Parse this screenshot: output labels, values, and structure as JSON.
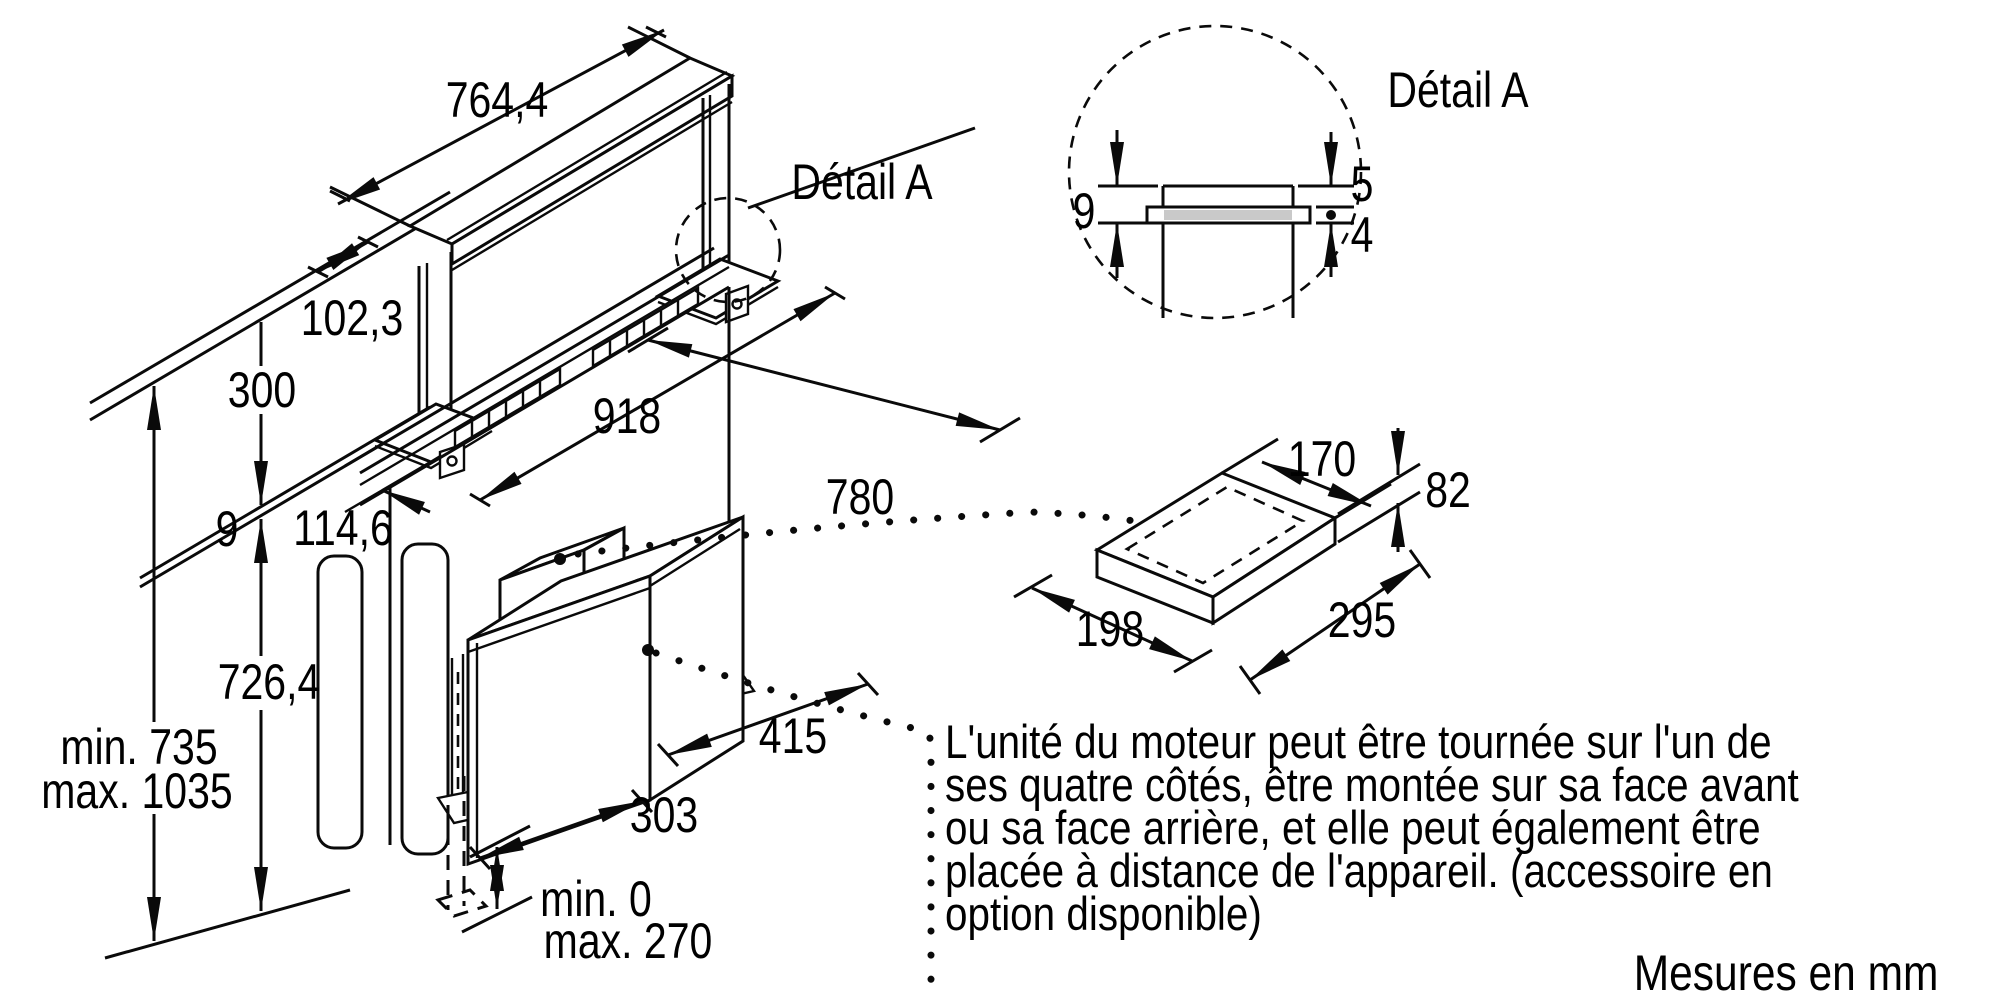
{
  "drawing": {
    "units_note": "Mesures en mm",
    "main_view": {
      "detail_marker_label": "Détail A",
      "dims": {
        "panel_width": "764,4",
        "panel_offset": "102,3",
        "height_300": "300",
        "cutout_width": "918",
        "worktop_depth": "780",
        "gap_9": "9",
        "front_offset": "114,6",
        "body_height": "726,4",
        "height_min": "min. 735",
        "height_max": "max. 1035",
        "duct_offset_415": "415",
        "duct_offset_303": "303",
        "extension_min": "min. 0",
        "extension_max": "max. 270"
      }
    },
    "detail_a": {
      "title": "Détail A",
      "dims": {
        "total_9": "9",
        "top_5": "5",
        "strip_4": "4"
      }
    },
    "motor_unit": {
      "dims": {
        "width_170": "170",
        "height_82": "82",
        "depth_198": "198",
        "width_295": "295"
      }
    },
    "note_lines": [
      "L'unité du moteur peut être tournée sur l'un de",
      "ses quatre côtés, être montée sur sa face avant",
      "ou sa face arrière, et elle peut également être",
      "placée à distance de l'appareil. (accessoire en",
      "option disponible)"
    ]
  }
}
